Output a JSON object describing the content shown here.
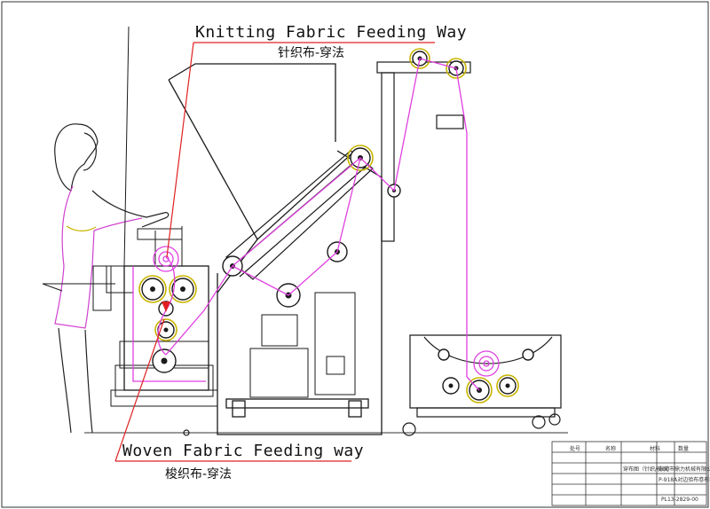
{
  "labels": {
    "knitting_en": "Knitting Fabric Feeding Way",
    "knitting_zh": "针织布-穿法",
    "woven_en": "Woven Fabric Feeding way",
    "woven_zh": "梭织布-穿法"
  },
  "title_block": {
    "col_headers": [
      "处号",
      "名称",
      "材料",
      "数量"
    ],
    "drawing_name": "穿布图（针织/梭织）",
    "company": "东莞市鼎力机械有限公司",
    "machine": "P-918A对边验布卷布机",
    "drawing_no": "PL13-2829-00"
  },
  "colors": {
    "frame": "#1a1a1a",
    "fabric_path": "#e040e0",
    "leader_line": "#e02020",
    "roller_highlight": "#c8b400",
    "operator_outline": "#d040d0"
  }
}
